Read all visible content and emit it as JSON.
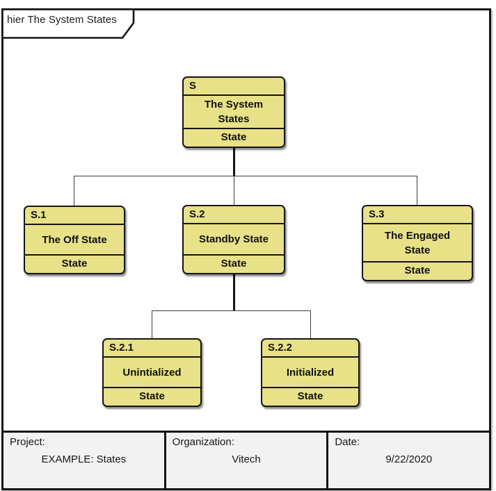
{
  "tab": {
    "label": "hier The System States"
  },
  "diagram": {
    "nodes": [
      {
        "id": "S",
        "name": "The System\nStates",
        "type": "State"
      },
      {
        "id": "S.1",
        "name": "The Off State",
        "type": "State"
      },
      {
        "id": "S.2",
        "name": "Standby State",
        "type": "State"
      },
      {
        "id": "S.3",
        "name": "The Engaged\nState",
        "type": "State"
      },
      {
        "id": "S.2.1",
        "name": "Unintialized",
        "type": "State"
      },
      {
        "id": "S.2.2",
        "name": "Initialized",
        "type": "State"
      }
    ]
  },
  "footer": {
    "project": {
      "label": "Project:",
      "value": "EXAMPLE: States"
    },
    "organization": {
      "label": "Organization:",
      "value": "Vitech"
    },
    "date": {
      "label": "Date:",
      "value": "9/22/2020"
    }
  },
  "colors": {
    "node_fill": "#e8e187",
    "node_border": "#141414",
    "frame_border": "#141414",
    "connector": "#3c3c3c",
    "footer_bg": "#f2f2f2"
  }
}
